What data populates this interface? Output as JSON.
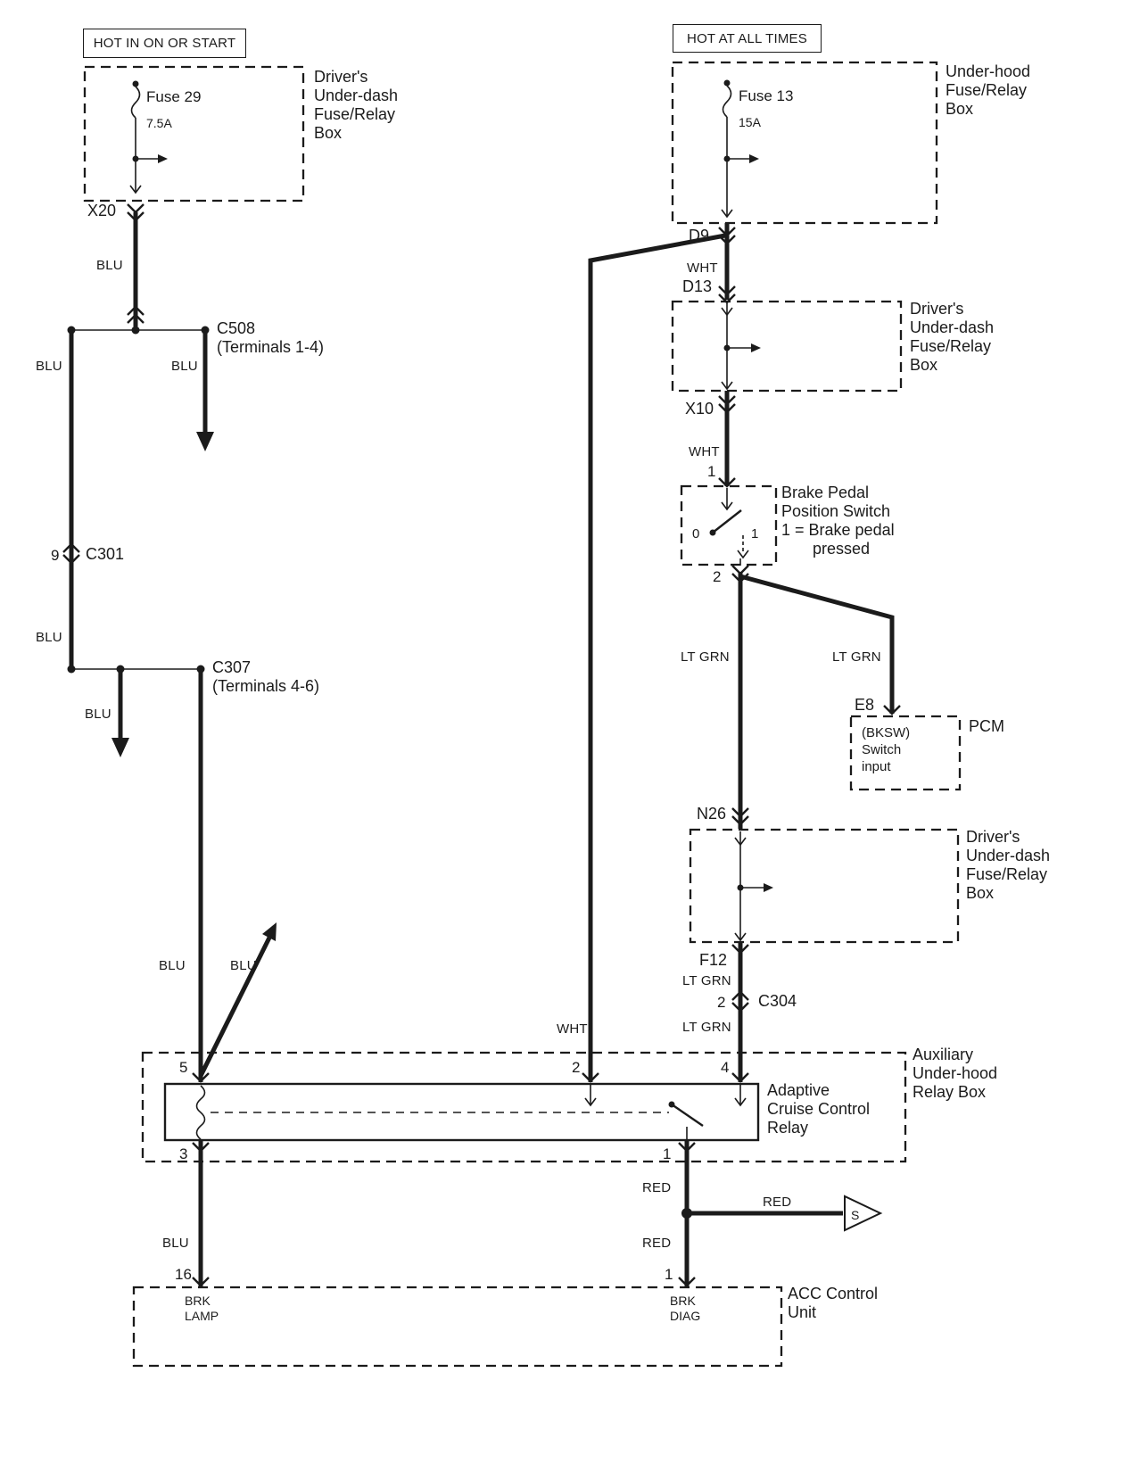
{
  "diagram": {
    "ink": "#1b1b1b",
    "bg": "#ffffff"
  },
  "headers": {
    "hot_in_on_or_start": "HOT IN ON OR START",
    "hot_at_all_times": "HOT AT ALL TIMES"
  },
  "components": {
    "driver_underdash_box_1": "Driver's\nUnder-dash\nFuse/Relay\nBox",
    "underhood_box": "Under-hood\nFuse/Relay\nBox",
    "driver_underdash_box_2": "Driver's\nUnder-dash\nFuse/Relay\nBox",
    "driver_underdash_box_3": "Driver's\nUnder-dash\nFuse/Relay\nBox",
    "brake_pedal_switch": "Brake Pedal\nPosition Switch\n1 = Brake pedal\n       pressed",
    "pcm_inner": "(BKSW)\nSwitch\ninput",
    "pcm": "PCM",
    "aux_relay_box": "Auxiliary\nUnder-hood\nRelay Box",
    "acc_relay": "Adaptive\nCruise Control\nRelay",
    "acc_unit": "ACC Control\nUnit"
  },
  "fuses": {
    "fuse29": "Fuse 29",
    "fuse29_rating": "7.5A",
    "fuse13": "Fuse 13",
    "fuse13_rating": "15A"
  },
  "connectors": {
    "x20": "X20",
    "c508": "C508\n(Terminals 1-4)",
    "c301_pin": "9",
    "c301": "C301",
    "c307": "C307\n(Terminals 4-6)",
    "d9": "D9",
    "d13": "D13",
    "x10": "X10",
    "e8": "E8",
    "n26": "N26",
    "f12": "F12",
    "c304_pin": "2",
    "c304": "C304",
    "s_connector": "S"
  },
  "wire_colors": {
    "blu": "BLU",
    "wht": "WHT",
    "lt_grn": "LT GRN",
    "red": "RED"
  },
  "pins": {
    "bps_in": "1",
    "bps_out": "2",
    "bps_pos_0": "0",
    "bps_pos_1": "1",
    "relay_5": "5",
    "relay_2": "2",
    "relay_4": "4",
    "relay_3": "3",
    "relay_1": "1",
    "acc_16": "16",
    "acc_1": "1",
    "brk_lamp": "BRK\nLAMP",
    "brk_diag": "BRK\nDIAG"
  }
}
